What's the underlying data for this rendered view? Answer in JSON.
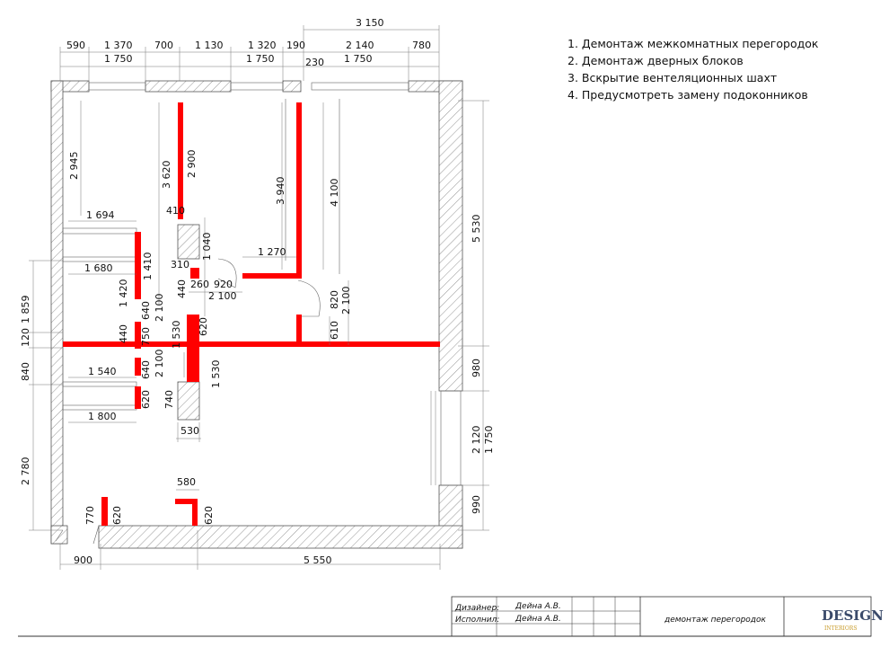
{
  "notes": [
    "1. Демонтаж межкомнатных перегородок",
    "2. Демонтаж дверных блоков",
    "3. Вскрытие вентеляционных шахт",
    "4. Предусмотреть замену подоконников"
  ],
  "dimensions": {
    "top_row1": [
      "590",
      "1 370",
      "700",
      "1 130",
      "1 320",
      "190",
      "2 140",
      "780"
    ],
    "top_row2": [
      "1 750",
      "1 750",
      "1 750"
    ],
    "top_total": "3 150",
    "top_230": "230",
    "left_outer": [
      "1 859",
      "120",
      "840",
      "2 780"
    ],
    "left_rooms": [
      "2 945",
      "1 694",
      "1 680",
      "1 420",
      "1 540",
      "1 800"
    ],
    "upper_mid": [
      "3 620",
      "2 900",
      "3 940",
      "4 100",
      "410",
      "1 040",
      "310",
      "1 270",
      "440",
      "260",
      "920",
      "2 100"
    ],
    "mid_vertical": [
      "1 410",
      "640",
      "2 100",
      "440",
      "750",
      "640",
      "2 100",
      "620",
      "1 530",
      "620",
      "1 530",
      "740",
      "530"
    ],
    "door_right": [
      "820",
      "2 100",
      "610"
    ],
    "right_side": [
      "5 530",
      "980",
      "2 120",
      "1 750",
      "990"
    ],
    "bottom": [
      "900",
      "5 550",
      "770",
      "620",
      "580",
      "620"
    ]
  },
  "stamp": {
    "designer_label": "Дизайнер:",
    "designer_name": "Дейна А.В.",
    "executor_label": "Исполнил:",
    "executor_name": "Дейна А.В.",
    "sheet_title": "демонтаж перегородок",
    "logo_text": "DESIGN",
    "logo_sub": "INTERIORS"
  },
  "colors": {
    "demolition": "#ff0000",
    "wall_outline": "#555555"
  }
}
